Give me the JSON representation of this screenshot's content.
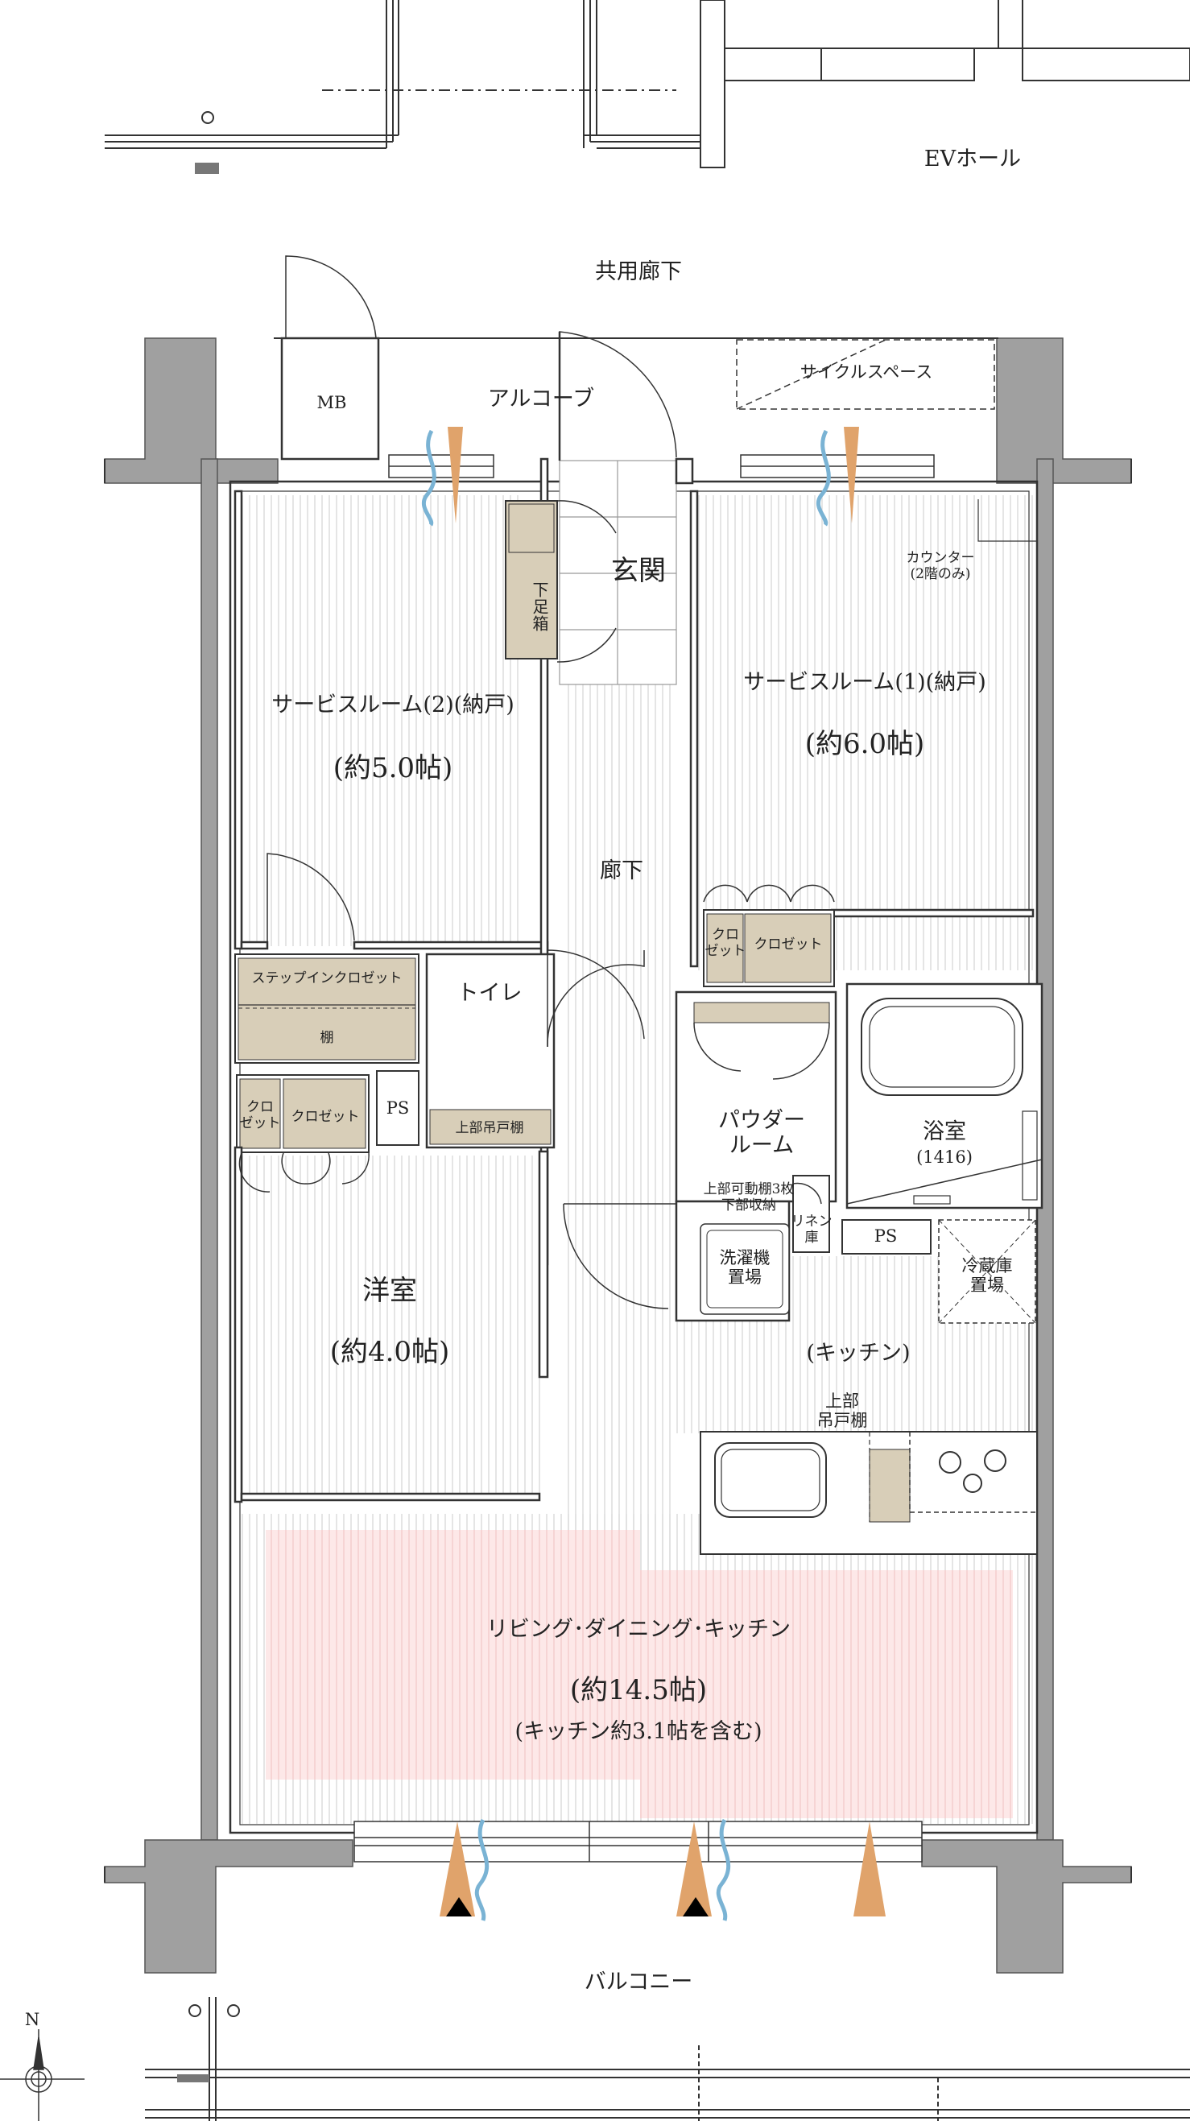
{
  "labels": {
    "ev_hall": "EVホール",
    "common_corridor": "共用廊下",
    "mb": "MB",
    "alcove": "アルコーブ",
    "cycle_space": "サイクルスペース",
    "entrance": "玄関",
    "shoe_box": "下足箱",
    "counter_line1": "カウンター",
    "counter_line2": "(2階のみ)",
    "service_room_2": "サービスルーム(2)(納戸)",
    "service_room_2_size": "(約5.0帖)",
    "service_room_1": "サービスルーム(1)(納戸)",
    "service_room_1_size": "(約6.0帖)",
    "hallway": "廊下",
    "closet_small_line1": "クロ",
    "closet_small_line2": "ゼット",
    "closet": "クロゼット",
    "step_in_closet": "ステップインクロゼット",
    "shelf": "棚",
    "toilet": "トイレ",
    "upper_hanging_shelf_toilet": "上部吊戸棚",
    "powder_room_line1": "パウダー",
    "powder_room_line2": "ルーム",
    "upper_shelf_note_line1": "上部可動棚3枚",
    "upper_shelf_note_line2": "下部収納",
    "linen_line1": "リネン",
    "linen_line2": "庫",
    "bathroom": "浴室",
    "bathroom_size": "(1416)",
    "ps": "PS",
    "washer_line1": "洗濯機",
    "washer_line2": "置場",
    "fridge_line1": "冷蔵庫",
    "fridge_line2": "置場",
    "kitchen": "(キッチン)",
    "upper_label_line1": "上部",
    "upper_label_line2": "吊戸棚",
    "western_room": "洋室",
    "western_room_size": "(約4.0帖)",
    "ldk": "リビング･ダイニング･キッチン",
    "ldk_size": "(約14.5帖)",
    "ldk_note": "(キッチン約3.1帖を含む)",
    "balcony": "バルコニー",
    "north": "N"
  },
  "colors": {
    "wall": "#9b9b9b",
    "floor_line": "#d6d6d6",
    "storage": "#d8ceb8",
    "ldk_highlight": "#fde8e8",
    "air_orange": "#e0a36b",
    "air_blue": "#7ab3d4",
    "line": "#333333"
  }
}
